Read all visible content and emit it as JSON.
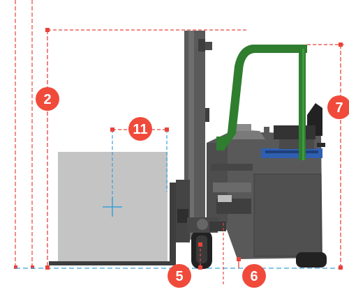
{
  "colors": {
    "dimension_red": "#e8433a",
    "center_blue": "#3aa0d8",
    "ground_blue": "#3aa0d8",
    "badge_red": "#f04a3b",
    "badge_text": "#ffffff",
    "load_gray": "#c4c4c4",
    "body_gray": "#595959",
    "body_dark": "#3e3e3e",
    "overhead_guard_green": "#2f7d2f",
    "seat_black": "#222222",
    "battery_blue": "#2f5fb0"
  },
  "dimension_badges": [
    {
      "label": "2"
    },
    {
      "label": "7"
    },
    {
      "label": "11"
    },
    {
      "label": "5"
    },
    {
      "label": "6"
    }
  ]
}
